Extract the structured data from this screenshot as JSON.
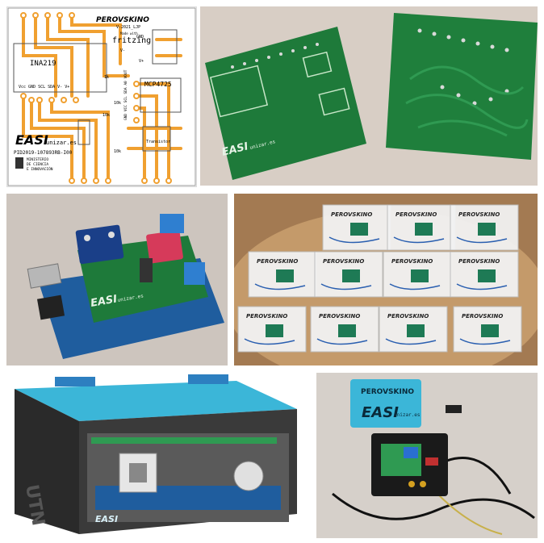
{
  "layout_pcb": {
    "brand": "PEROVSKINO",
    "version": "V-2021_LJP",
    "made_with": "Made with",
    "fritzing": "fritzing",
    "chip_ina": "INA219",
    "chip_mcp": "MCP4725",
    "pins_ina": "Vcc GND SCL SDA  V-  V+",
    "pins_mcp": "GND VCC SCL SDA  A0  VOUT",
    "gnd": "GND",
    "vplus": "V+",
    "vminus": "V-",
    "easi": "EASI",
    "unizar": "unizar.es",
    "project_id": "PID2019-107893RB-I00",
    "ministry_l1": "MINISTERIO",
    "ministry_l2": "DE CIENCIA",
    "ministry_l3": "E INNOVACIÓN",
    "r1": "1k",
    "r2": "10k",
    "r3": "10k",
    "r4": "10k",
    "comp": "Transistor"
  },
  "bare_pcb": {
    "easi": "EASI",
    "unizar": "unizar.es"
  },
  "arduino": {
    "easi": "EASI",
    "unizar": "unizar.es"
  },
  "kits": {
    "label": "PEROVSKINO"
  },
  "case_render": {
    "easi": "EASI",
    "utn": "UTN"
  },
  "final_device": {
    "sign": "PEROVSKINO",
    "easi": "EASI",
    "unizar": "unizar.es"
  },
  "colors": {
    "pcb_green": "#1e7a3a",
    "trace_orange": "#f0a030",
    "case_cyan": "#3bb6d8",
    "arduino_blue": "#1f5d9e"
  }
}
